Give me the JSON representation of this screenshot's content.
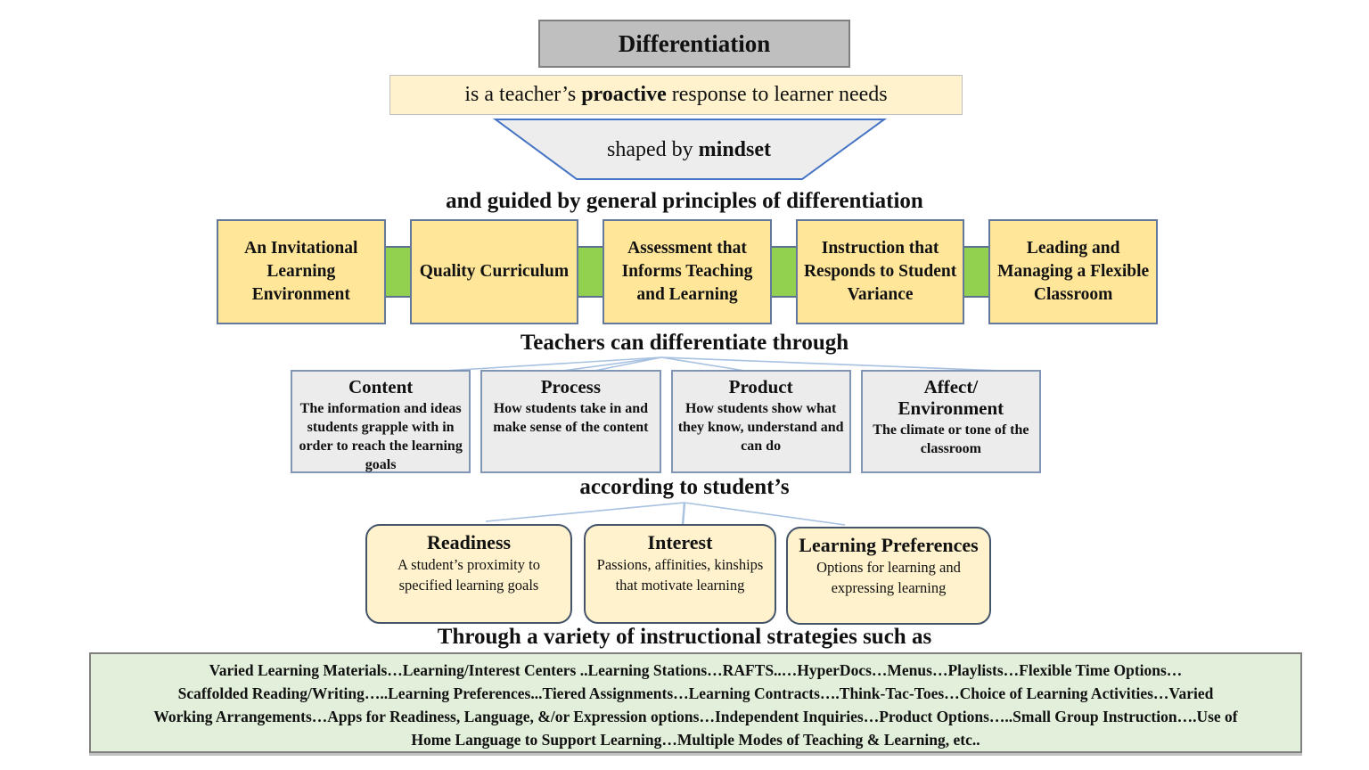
{
  "title": "Differentiation",
  "subtitle": {
    "pre": "is a teacher’s ",
    "bold": "proactive",
    "post": " response to learner needs"
  },
  "mindset": {
    "pre": "shaped by ",
    "bold": "mindset"
  },
  "headers": {
    "principles": "and guided by general principles of differentiation",
    "differentiate": "Teachers can differentiate through",
    "students": "according to student’s",
    "strategies": "Through a variety of instructional strategies such as"
  },
  "principles": [
    {
      "label": "An Invitational Learning Environment"
    },
    {
      "label": "Quality Curriculum"
    },
    {
      "label": "Assessment that Informs Teaching and Learning"
    },
    {
      "label": "Instruction that Responds to Student Variance"
    },
    {
      "label": "Leading and Managing a Flexible Classroom"
    }
  ],
  "differentiate": [
    {
      "title": "Content",
      "desc": "The information and ideas students grapple with in order to reach the learning goals"
    },
    {
      "title": "Process",
      "desc": "How students take in and make sense of the content"
    },
    {
      "title": "Product",
      "desc": "How students show what they know, understand and can do"
    },
    {
      "title": "Affect/\nEnvironment",
      "desc": "The climate or tone of the classroom"
    }
  ],
  "students": [
    {
      "title": "Readiness",
      "desc": "A student’s proximity to specified  learning goals"
    },
    {
      "title": "Interest",
      "desc": "Passions, affinities, kinships that motivate learning"
    },
    {
      "title": "Learning Preferences",
      "desc": "Options for learning and expressing learning"
    }
  ],
  "strategies_lines": [
    "Varied Learning Materials…Learning/Interest Centers ..Learning Stations…RAFTS..…HyperDocs…Menus…Playlists…Flexible Time Options…",
    "Scaffolded Reading/Writing…..Learning Preferences...Tiered Assignments…Learning Contracts….Think-Tac-Toes…Choice of Learning Activities…Varied",
    "Working Arrangements…Apps for Readiness,  Language, &/or Expression options…Independent Inquiries…Product Options…..Small Group Instruction….Use of",
    "Home Language to Support Learning…Multiple Modes of Teaching & Learning, etc.."
  ],
  "colors": {
    "title_fill": "#bfbfbf",
    "cream_fill": "#fff2cc",
    "principle_fill": "#ffe699",
    "green_connector": "#92d050",
    "gray_fill": "#ececec",
    "strategies_fill": "#e2efda",
    "trapezoid_stroke": "#4472c4",
    "connector_line": "#a7c1e0"
  }
}
